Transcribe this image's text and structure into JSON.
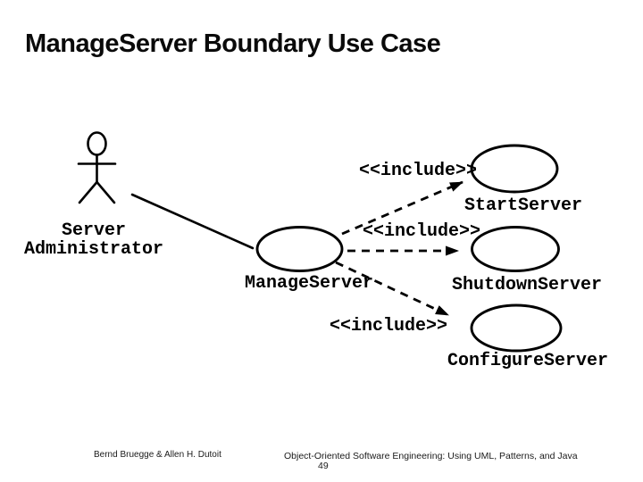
{
  "slide": {
    "title": "ManageServer Boundary Use Case",
    "background_color": "#ffffff",
    "ink_color": "#000000"
  },
  "diagram": {
    "type": "uml-use-case",
    "actor": {
      "name_line1": "Server",
      "name_line2": "Administrator"
    },
    "use_cases": [
      {
        "id": "manage",
        "label": "ManageServer"
      },
      {
        "id": "start",
        "label": "StartServer"
      },
      {
        "id": "shutdown",
        "label": "ShutdownServer"
      },
      {
        "id": "configure",
        "label": "ConfigureServer"
      }
    ],
    "relationships": [
      {
        "from": "ManageServer",
        "to": "StartServer",
        "stereotype": "<<include>>",
        "style": "dashed-arrow"
      },
      {
        "from": "ManageServer",
        "to": "ShutdownServer",
        "stereotype": "<<include>>",
        "style": "dashed-arrow"
      },
      {
        "from": "ManageServer",
        "to": "ConfigureServer",
        "stereotype": "<<include>>",
        "style": "dashed-arrow"
      },
      {
        "from": "Server Administrator",
        "to": "ManageServer",
        "stereotype": "",
        "style": "solid-line"
      }
    ]
  },
  "footer": {
    "authors": "Bernd Bruegge & Allen H. Dutoit",
    "book": "Object-Oriented Software Engineering: Using UML, Patterns, and Java",
    "page_number": "49"
  }
}
